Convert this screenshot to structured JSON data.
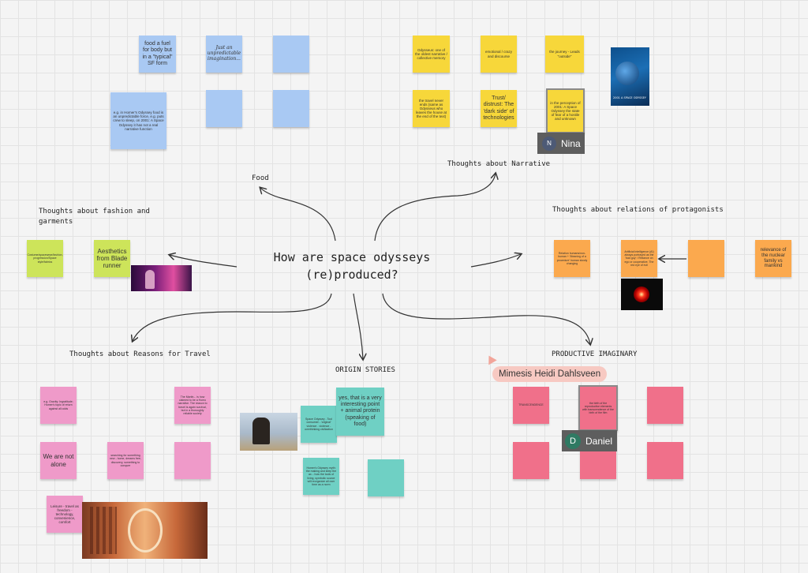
{
  "board": {
    "center_title_line1": "How are space odysseys",
    "center_title_line2": "(re)produced?",
    "labels": {
      "food": "Food",
      "narrative": "Thoughts about Narrative",
      "fashion_line1": "Thoughts about fashion and",
      "fashion_line2": "garments",
      "protagonists": "Thoughts about relations of protagonists",
      "travel": "Thoughts about Reasons for Travel",
      "origin": "ORIGIN STORIES",
      "imaginary": "PRODUCTIVE IMAGINARY"
    }
  },
  "food_notes": {
    "n1": "food a fuel for body but in a \"typical\" SF form",
    "n2": "Just an unpredictable imagination...",
    "n3": "",
    "n4": "e.g. in Homer's Odyssey food is an unpredictable force, e.g. puts crew to sleep, on 2001: A Space Odyssey it has not a real narrative function",
    "n5": "",
    "n6": ""
  },
  "narrative_notes": {
    "n1": "Odysseus: one of the oldest narrative / collective memory",
    "n2": "emotional / crazy and discourse",
    "n3": "the journey - Leads \"outside\"",
    "n4": "the travel never ends (same as Odysseus who leaves the house at the end of the text)",
    "n5": "Trust/ distrust: The 'dark side' of technologies",
    "n6": "in the perception of 2001: A Space Odyssey the state of fear of a hostile and unknown"
  },
  "fashion_notes": {
    "n1": "Costume/spacewear/fashion, progression/Space style/fabrics",
    "n2": "Aesthetics from Blade runner"
  },
  "protagonist_notes": {
    "n1": "Relation humans/non-human + 'Meaning of a procedure' human slowly changing",
    "n2": "Artificial intelligence (AI) always portrayed as the 'bad guy' / Reliance on ego or cooperative. The red eye of evil",
    "n3": "",
    "n4": "relevance of the nuclear family vs mankind"
  },
  "travel_notes": {
    "n1": "e.g. Gravity: Ingratitude; Homer's topic of return against all odds",
    "n2": "The Martin... is how claimed to be a Homo narrative. The reason to travel is again survival, but in a thoroughly reliable society",
    "n3": "We are not alone",
    "n4": "searching for something new - home, dreams free, discovery, something to conquer",
    "n5": "",
    "n6": "Leisure - travel as freedom - technology, convenience, comfort"
  },
  "origin_notes": {
    "n1": "Space Odyssey - Tool consumer - 'original' violence - violence - overthinking civilization",
    "n2": "yes, that is a very interesting point + animal protein (speaking of food)",
    "n3": "Homer's Odyssey myth: the making and keep the ax... how the tools of living, symbolic source will reorganize all over time as a norm",
    "n4": ""
  },
  "imaginary_notes": {
    "n1": "TRANSCENDENCE",
    "n2": "the birth of the reproductive elements with transcendence of the birth of the film",
    "n3": "",
    "n4": "",
    "n5": "",
    "n6": ""
  },
  "cursors": {
    "nina": {
      "initial": "N",
      "name": "Nina"
    },
    "mimesis": {
      "name": "Mimesis Heidi Dahlsveen"
    },
    "daniel": {
      "initial": "D",
      "name": "Daniel"
    }
  },
  "images": {
    "book_cover_text": "2001 A SPACE ODYSSEY"
  },
  "colors": {
    "blue": "#a9c9f3",
    "yellow": "#f7d73a",
    "orange": "#fba94e",
    "lime": "#cde45a",
    "pink": "#ef9ac9",
    "teal": "#6fd0c4",
    "red": "#f0708a",
    "cursor_grey": "#5e5e5e",
    "cursor_green": "#2f7a63",
    "mimesis_tag": "#f7c9c2"
  }
}
